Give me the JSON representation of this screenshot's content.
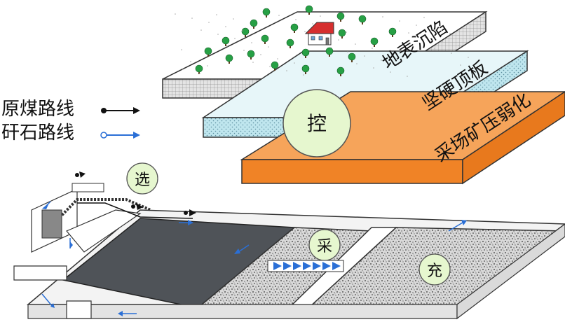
{
  "layers": {
    "surface_label": "地表沉陷",
    "roof_label": "坚硬顶板",
    "pressure_label": "采场矿压弱化"
  },
  "legend": {
    "raw_coal": "原煤路线",
    "gangue": "矸石路线"
  },
  "circles": {
    "control": "控",
    "select": "选",
    "mine": "采",
    "fill": "充"
  },
  "colors": {
    "surface_side": "#e6e6e6",
    "roof": "#bfe6ee",
    "pressure": "#f28a2c",
    "circle_fill": "#e6f7cf",
    "coal_path": "#111111",
    "gangue_path": "#2a6fd6",
    "goaf": "#4f5358",
    "backfill": "#cfcfcf"
  },
  "icons": [
    "house-icon",
    "tree-icon",
    "arrow-right-icon"
  ]
}
